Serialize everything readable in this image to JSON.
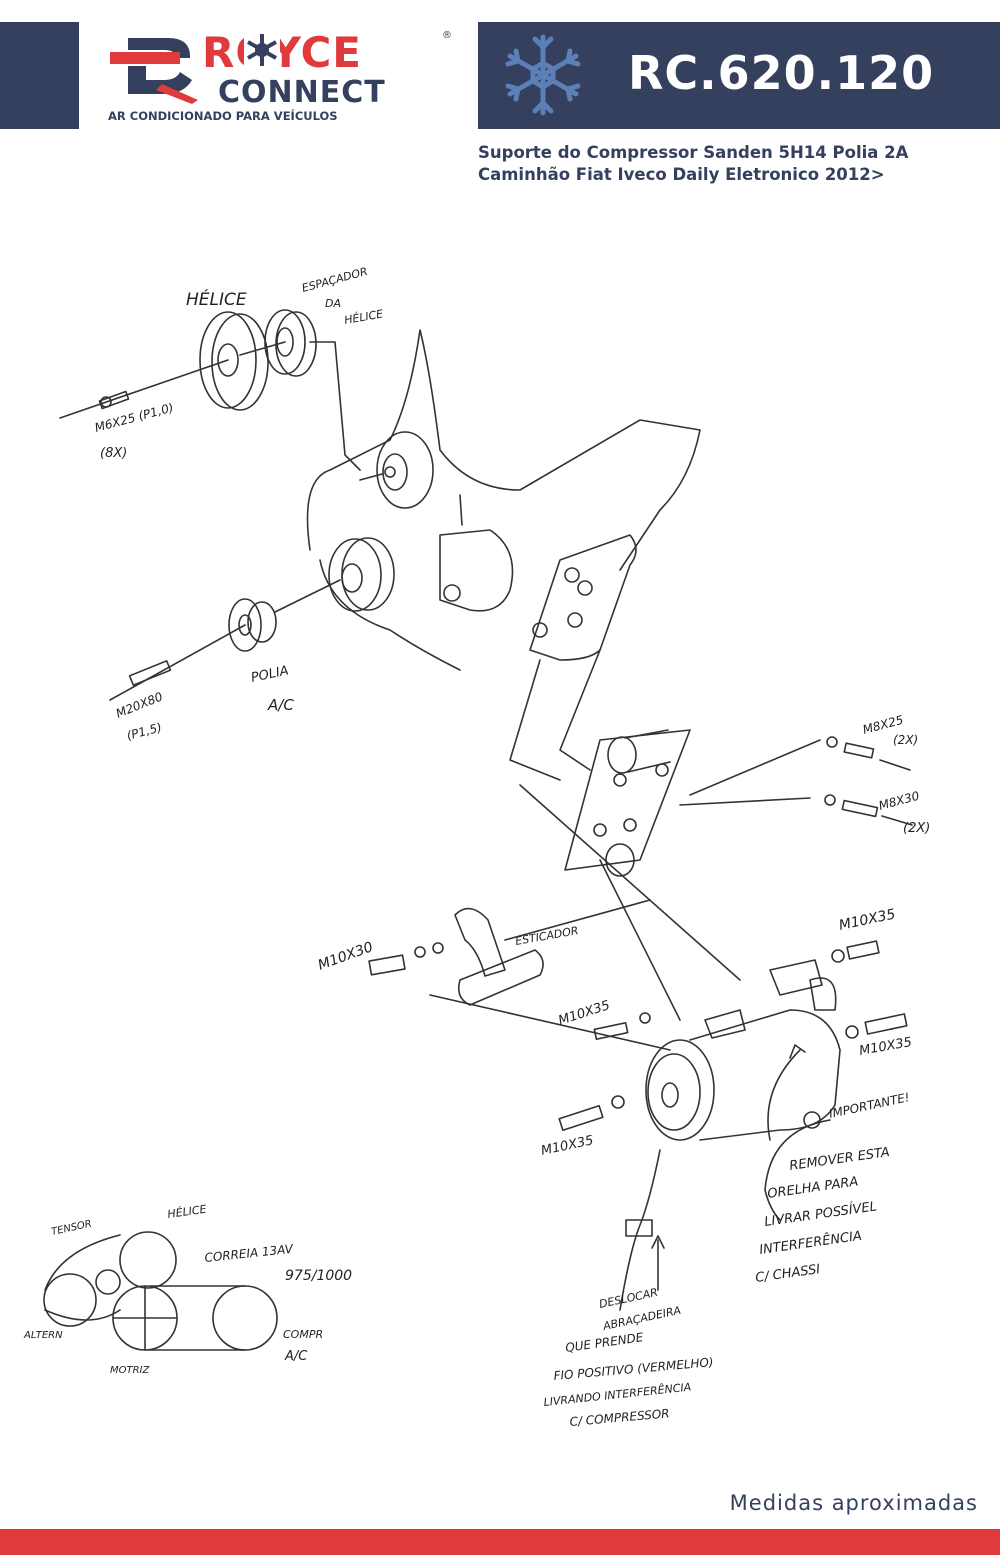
{
  "brand": {
    "name_line1": "ROYCE",
    "name_line2": "CONNECT",
    "tagline": "AR CONDICIONADO PARA VEÍCULOS",
    "registered_mark": "®",
    "colors": {
      "navy": "#34405e",
      "red": "#e03a3c",
      "snow_blue": "#5b7fb6"
    }
  },
  "header": {
    "product_code": "RC.620.120",
    "icon": "snowflake-icon"
  },
  "subtitle": {
    "line1": "Suporte do Compressor Sanden 5H14 Polia 2A",
    "line2": "Caminhão Fiat Iveco Daily Eletronico 2012>"
  },
  "diagram": {
    "labels": {
      "helice": "HÉLICE",
      "espacador_1": "ESPAÇADOR",
      "espacador_2": "DA",
      "espacador_3": "HÉLICE",
      "bolt_m6_1": "M6X25 (P1,0)",
      "bolt_m6_2": "(8X)",
      "polia_1": "POLIA",
      "polia_2": "A/C",
      "bolt_m20_1": "M20X80",
      "bolt_m20_2": "(P1,5)",
      "bolt_m8_25_1": "M8X25",
      "bolt_m8_25_2": "(2X)",
      "bolt_m8_30_1": "M8X30",
      "bolt_m8_30_2": "(2X)",
      "bolt_m10x30": "M10X30",
      "esticador": "ESTICADOR",
      "bolt_m10x35_top": "M10X35",
      "bolt_m10x35_mid": "M10X35",
      "bolt_m10x35_right": "M10X35",
      "bolt_m10x35_bottom": "M10X35",
      "importante": "IMPORTANTE!",
      "remover_1": "REMOVER ESTA",
      "remover_2": "ORELHA PARA",
      "remover_3": "LIVRAR POSSÍVEL",
      "remover_4": "INTERFERÊNCIA",
      "remover_5": "C/ CHASSI",
      "deslocar_1": "DESLOCAR",
      "deslocar_2": "ABRAÇADEIRA",
      "deslocar_3": "QUE PRENDE",
      "deslocar_4": "FIO POSITIVO (VERMELHO)",
      "deslocar_5": "LIVRANDO INTERFERÊNCIA",
      "deslocar_6": "C/ COMPRESSOR",
      "belt_tensor": "TENSOR",
      "belt_helice": "HÉLICE",
      "belt_correia_1": "CORREIA 13AV",
      "belt_correia_2": "975/1000",
      "belt_altern": "ALTERN",
      "belt_motriz": "MOTRIZ",
      "belt_compr_1": "COMPR",
      "belt_compr_2": "A/C"
    }
  },
  "footer": {
    "note": "Medidas aproximadas"
  }
}
